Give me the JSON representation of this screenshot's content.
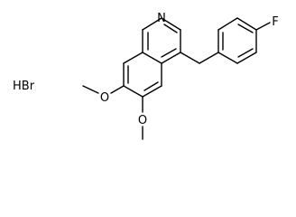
{
  "molecule": {
    "atom_labels": {
      "nitrogen": "N",
      "fluorine": "F",
      "oxygen_upper": "O",
      "oxygen_lower": "O"
    },
    "salt": "HBr"
  }
}
